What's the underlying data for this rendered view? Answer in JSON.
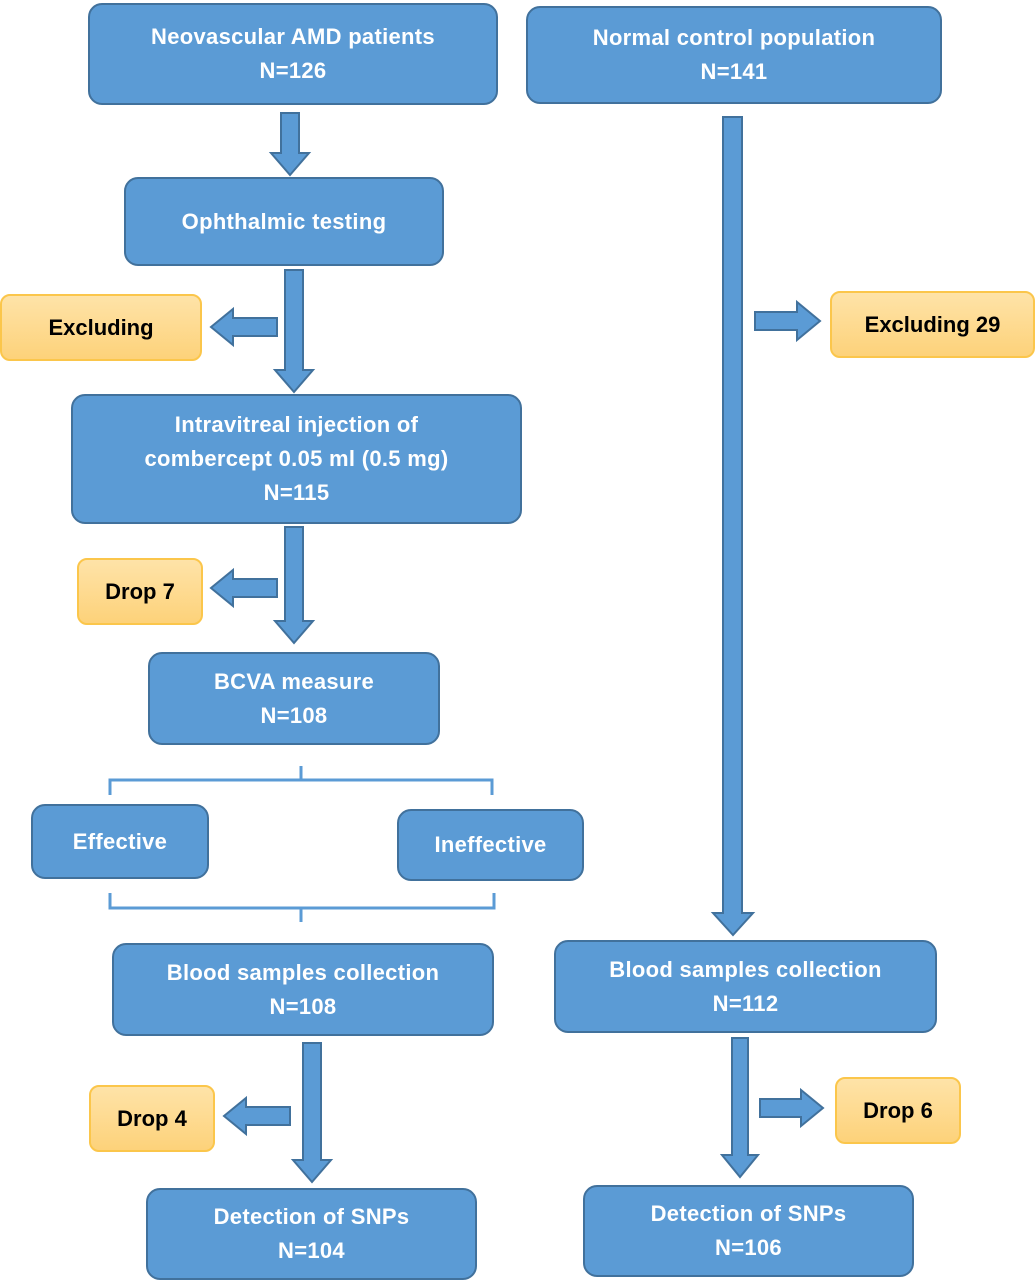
{
  "left": {
    "patients": {
      "title": "Neovascular AMD patients",
      "n": "N=126"
    },
    "ophthalmic": {
      "title": "Ophthalmic testing"
    },
    "excluding": {
      "label": "Excluding"
    },
    "injection": {
      "line1": "Intravitreal injection of",
      "line2": "combercept 0.05 ml (0.5 mg)",
      "n": "N=115"
    },
    "drop1": {
      "label": "Drop 7"
    },
    "bcva": {
      "title": "BCVA measure",
      "n": "N=108"
    },
    "effective": {
      "label": "Effective"
    },
    "ineffective": {
      "label": "Ineffective"
    },
    "blood": {
      "title": "Blood samples collection",
      "n": "N=108"
    },
    "drop2": {
      "label": "Drop 4"
    },
    "snp": {
      "title": "Detection of SNPs",
      "n": "N=104"
    }
  },
  "right": {
    "control": {
      "title": "Normal control population",
      "n": "N=141"
    },
    "excluding": {
      "label": "Excluding 29"
    },
    "blood": {
      "title": "Blood samples collection",
      "n": "N=112"
    },
    "drop": {
      "label": "Drop 6"
    },
    "snp": {
      "title": "Detection of SNPs",
      "n": "N=106"
    }
  },
  "colors": {
    "box_fill": "#5b9bd5",
    "box_border": "#41719c",
    "note_fill": "#fdd27a",
    "note_border": "#fbc64b"
  }
}
